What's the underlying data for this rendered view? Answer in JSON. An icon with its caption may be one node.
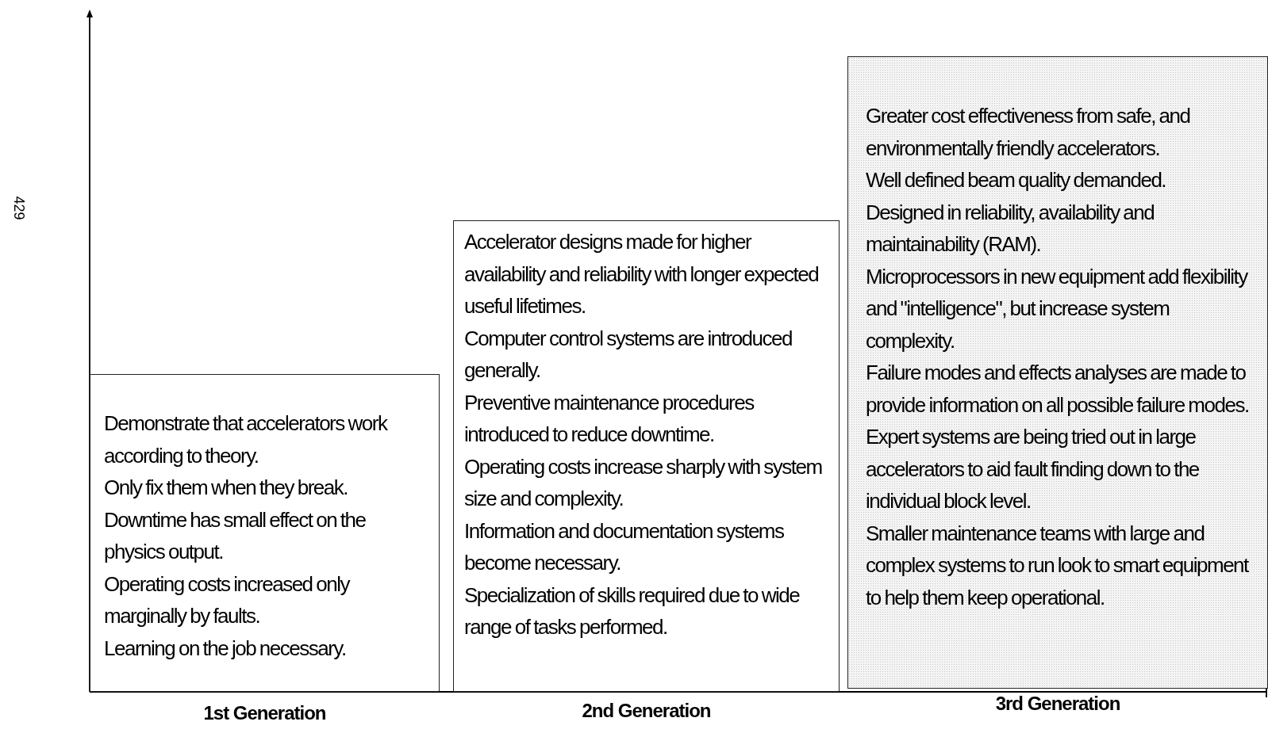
{
  "diagram": {
    "nodes": [
      {
        "text": [
          "Demonstrate that accelerators work according to theory.",
          "Only fix them when they break.",
          "Downtime has small effect on the physics output.",
          "Operating costs increased only marginally by faults.",
          "Learning on the job necessary."
        ],
        "beside": [
          "1st Generation"
        ]
      },
      {
        "text": [
          "Accelerator designs made for higher availability and reliability with longer expected useful lifetimes.",
          "Computer control systems are introduced generally.",
          "Preventive maintenance procedures introduced to reduce downtime.",
          "Operating costs increase sharply with system size and complexity.",
          "Information and documentation systems become necessary.",
          "Specialization of skills required due to wide range of tasks performed."
        ],
        "beside": [
          "2nd Generation"
        ]
      },
      {
        "text": [
          "Greater cost effectiveness from safe, and environmentally friendly accelerators.",
          "Well defined beam quality demanded.",
          "Designed in reliability, availability and maintainability (RAM).",
          "Microprocessors in new equipment add flexibility and \"intelligence\", but increase system complexity.",
          "Failure modes and effects analyses are made to provide information on all possible failure modes.",
          "Expert systems are being tried out in large accelerators to aid fault finding down to the individual block level.",
          "Smaller maintenance teams with large and complex systems to run look to smart equipment to help them keep operational."
        ],
        "beside": [
          "3rd Generation"
        ]
      }
    ],
    "labels": [
      "429"
    ]
  }
}
